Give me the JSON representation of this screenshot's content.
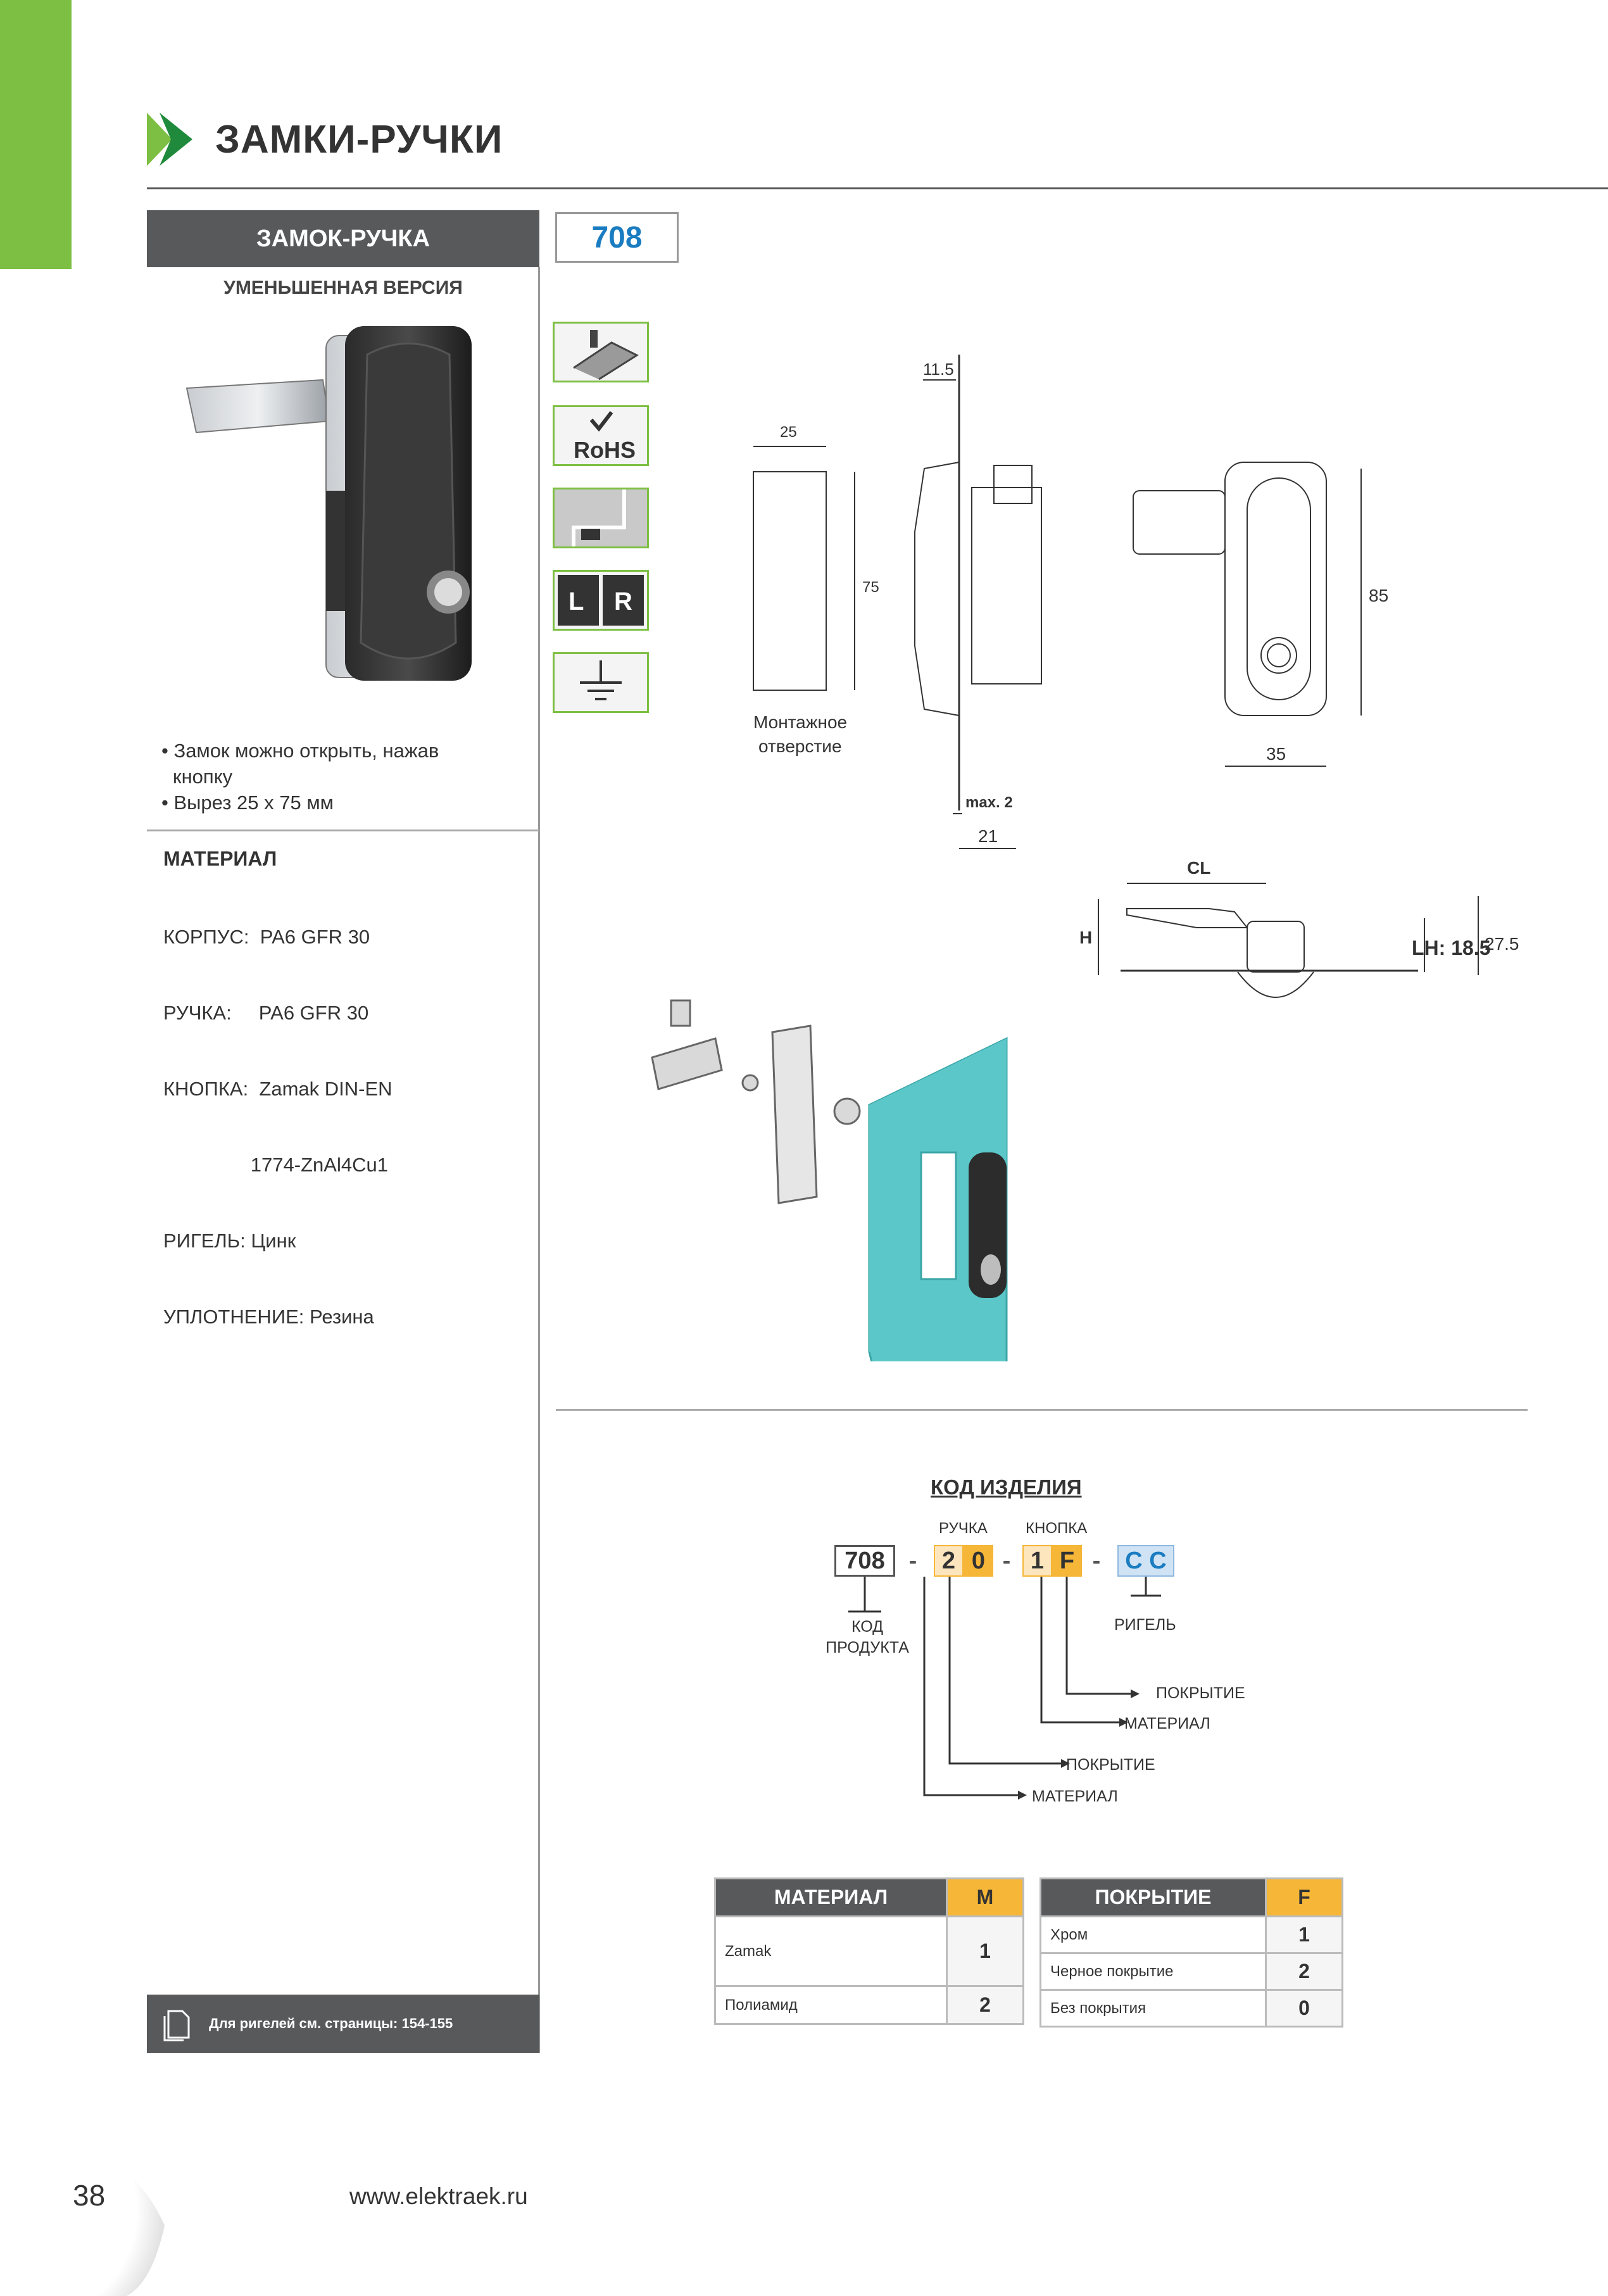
{
  "header": {
    "title": "ЗАМКИ-РУЧКИ"
  },
  "section": {
    "name": "ЗАМОК-РУЧКА",
    "code": "708",
    "subtitle": "УМЕНЬШЕННАЯ ВЕРСИЯ"
  },
  "features": [
    "• Замок можно открыть, нажав",
    "кнопку",
    "• Вырез 25 х 75 мм"
  ],
  "material": {
    "heading": "МАТЕРИАЛ",
    "lines": [
      "КОРПУС:  PA6 GFR 30",
      "РУЧКА:     PA6 GFR 30",
      "КНОПКА:  Zamak DIN-EN",
      "                1774-ZnAl4Cu1",
      "РИГЕЛЬ: Цинк",
      "УПЛОТНЕНИЕ: Резина"
    ]
  },
  "icons": [
    "din-rail-icon",
    "rohs-icon",
    "panel-mount-icon",
    "left-right-icon",
    "ground-icon"
  ],
  "icon_texts": {
    "rohs": "RoHS",
    "left": "L",
    "right": "R"
  },
  "drawing": {
    "cutout_label_1": "Монтажное",
    "cutout_label_2": "отверстие",
    "dim_25": "25",
    "dim_75": "75",
    "dim_11_5": "11.5",
    "dim_max2": "max. 2",
    "dim_21": "21",
    "dim_85": "85",
    "dim_35": "35",
    "dim_cl": "CL",
    "dim_h": "H",
    "dim_lh": "LH: 18.5",
    "dim_27_5": "27.5"
  },
  "product_code": {
    "title": "КОД ИЗДЕЛИЯ",
    "base": "708",
    "handle_label": "РУЧКА",
    "button_label": "КНОПКА",
    "handle_digits": [
      "2",
      "0"
    ],
    "button_digits": [
      "1",
      "F"
    ],
    "bolt_digits": "C C",
    "dash": "-",
    "product_label_1": "КОД",
    "product_label_2": "ПРОДУКТА",
    "bolt_label": "РИГЕЛЬ",
    "leg_1": "ПОКРЫТИЕ",
    "leg_2": "МАТЕРИАЛ",
    "leg_3": "ПОКРЫТИЕ",
    "leg_4": "МАТЕРИАЛ"
  },
  "material_table": {
    "header": "МАТЕРИАЛ",
    "key": "M",
    "rows": [
      {
        "name": "Zamak",
        "code": "1"
      },
      {
        "name": "Полиамид",
        "code": "2"
      }
    ]
  },
  "coating_table": {
    "header": "ПОКРЫТИЕ",
    "key": "F",
    "rows": [
      {
        "name": "Хром",
        "code": "1"
      },
      {
        "name": "Черное покрытие",
        "code": "2"
      },
      {
        "name": "Без покрытия",
        "code": "0"
      }
    ]
  },
  "note": "Для ригелей см. страницы: 154-155",
  "footer": {
    "page": "38",
    "url": "www.elektraek.ru"
  },
  "colors": {
    "green": "#7dbf42",
    "dark": "#58595b",
    "orange": "#f6b637",
    "blue": "#1a7cc1",
    "lightblue": "#cfe3f5",
    "teal": "#5bc7c9"
  }
}
